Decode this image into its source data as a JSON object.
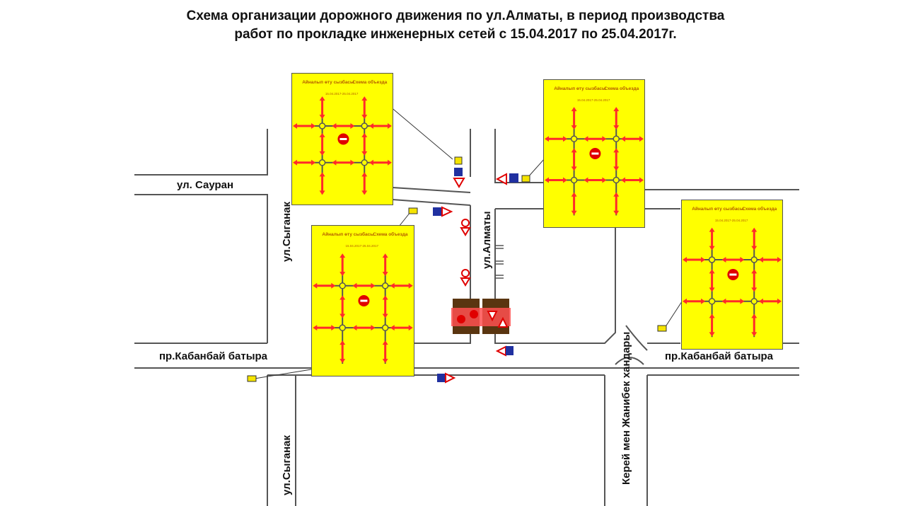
{
  "title": {
    "line1": "Схема организации дорожного движения по ул.Алматы, в период производства",
    "line2": "работ по прокладке инженерных сетей с 15.04.2017 по 25.04.2017г."
  },
  "streets": {
    "sauran": "ул. Сауран",
    "syganak_top": "ул.Сыганак",
    "syganak_bottom": "ул.Сыганак",
    "almaty": "ул.Алматы",
    "kabanbay_left": "пр.Кабанбай батыра",
    "kabanbay_right": "пр.Кабанбай батыра",
    "kerey": "Керей мен Жанибек хандары"
  },
  "panels": {
    "header_left": "Айналып өту сызбасы",
    "header_right": "Схема объезда",
    "dates": "15.04.2017-25.04.2017"
  },
  "colors": {
    "panel": "#ffff00",
    "arrow": "#ff2a2a",
    "road": "#555555",
    "work_zone": "#ff5050"
  }
}
